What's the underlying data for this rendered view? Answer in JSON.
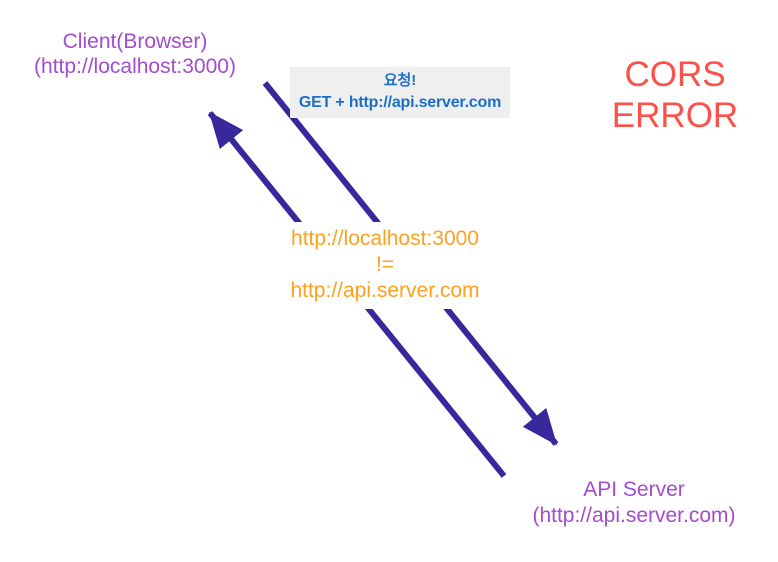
{
  "diagram_title": "CORS error sequence diagram",
  "canvas": {
    "background": "#ffffff"
  },
  "client": {
    "lines": [
      "Client(Browser)",
      "(http://localhost:3000)"
    ],
    "color": "#a44bce"
  },
  "request_label": {
    "lines": [
      "요청!",
      "GET + http://api.server.com"
    ],
    "color": "#1a6fc9",
    "background": "#efefef"
  },
  "cors_error": {
    "lines": [
      "CORS",
      "ERROR"
    ],
    "color": "#fb5149"
  },
  "origin_mismatch": {
    "lines": [
      "http://localhost:3000",
      "!=",
      "http://api.server.com"
    ],
    "color": "#ffa01e"
  },
  "api_server": {
    "lines": [
      "API Server",
      "(http://api.server.com)"
    ],
    "color": "#a44bce"
  },
  "arrows": {
    "color": "#37289b",
    "request_arrow_direction": "from client (top-left) to API server (bottom-right)",
    "response_arrow_direction": "from API server (bottom-right) to client (top-left)"
  }
}
